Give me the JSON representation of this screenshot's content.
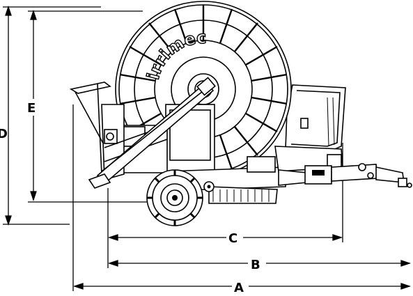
{
  "diagram": {
    "brand_text": "irrimec",
    "dimension_labels": {
      "A": "A",
      "B": "B",
      "C": "C",
      "D": "D",
      "E": "E"
    }
  }
}
